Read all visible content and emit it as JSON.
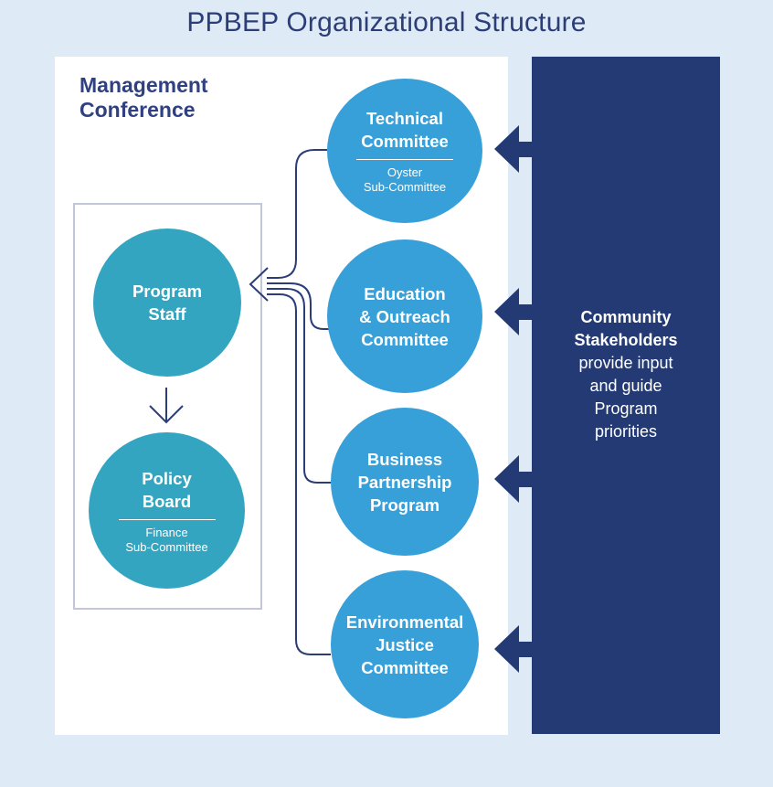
{
  "title": "PPBEP Organizational Structure",
  "management_conference": {
    "label_lines": [
      "Management",
      "Conference"
    ],
    "program_staff": {
      "lines": [
        "Program",
        "Staff"
      ]
    },
    "policy_board": {
      "lines": [
        "Policy",
        "Board"
      ],
      "sub_lines": [
        "Finance",
        "Sub-Committee"
      ]
    }
  },
  "committees": [
    {
      "lines": [
        "Technical",
        "Committee"
      ],
      "sub_lines": [
        "Oyster",
        "Sub-Committee"
      ]
    },
    {
      "lines": [
        "Education",
        "& Outreach",
        "Committee"
      ]
    },
    {
      "lines": [
        "Business",
        "Partnership",
        "Program"
      ]
    },
    {
      "lines": [
        "Environmental",
        "Justice",
        "Committee"
      ]
    }
  ],
  "stakeholders": {
    "bold_lines": [
      "Community",
      "Stakeholders"
    ],
    "lines": [
      "provide input",
      "and guide",
      "Program",
      "priorities"
    ]
  },
  "colors": {
    "background": "#dfeaf7",
    "title": "#2c3e77",
    "navy": "#233a75",
    "teal_circle": "#33a5c1",
    "blue_circle": "#37a0d9",
    "box_border": "#c3c6d9"
  }
}
